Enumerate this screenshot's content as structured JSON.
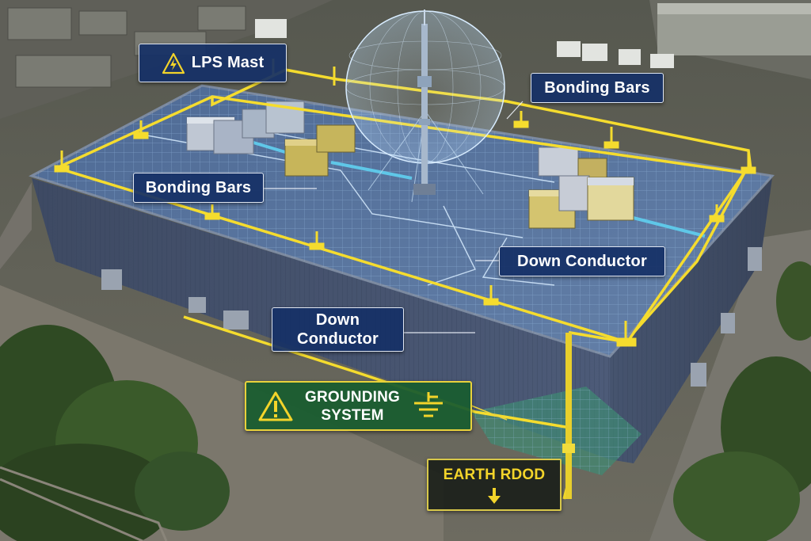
{
  "labels": {
    "lps_mast": "LPS Mast",
    "bonding_bars_top": "Bonding Bars",
    "bonding_bars_left": "Bonding Bars",
    "down_conductor_right": "Down Conductor",
    "down_conductor_center": [
      "Down",
      "Conductor"
    ],
    "grounding_system": [
      "GROUNDING",
      "SYSTEM"
    ],
    "earth_rod": "EARTH RDOD"
  },
  "icons": {
    "lps_mast": "lightning-warning-icon",
    "grounding_system": "warning-triangle-icon",
    "ground_symbol": "ground-symbol-icon",
    "earth_rod": "down-arrow-icon"
  },
  "colors": {
    "label_navy": "#163066",
    "label_green": "#1a5c30",
    "accent_yellow": "#f3d42a",
    "conductor_yellow": "#f5dc2e",
    "cable_cyan": "#5fc7e8",
    "roof_blue": "#506d96"
  }
}
